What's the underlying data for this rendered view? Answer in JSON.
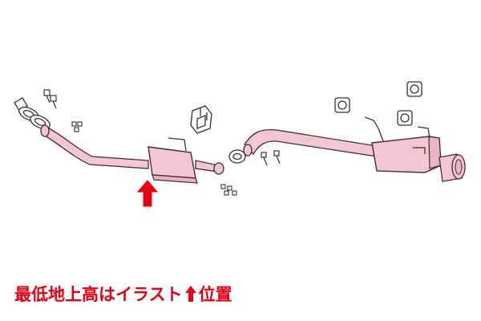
{
  "caption": {
    "before_arrow": "最低地上高はイラスト",
    "after_arrow": "位置"
  },
  "colors": {
    "pipe_fill": "#f2c6d2",
    "pipe_stroke": "#4a2a34",
    "arrow": "#e60012",
    "caption_text": "#e60012",
    "hardware_fill": "#ffffff",
    "hardware_stroke": "#333333"
  },
  "icons": {
    "position_marker": "red-up-arrow"
  }
}
